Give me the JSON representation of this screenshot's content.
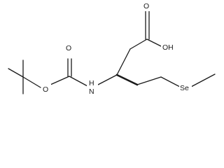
{
  "molecule": {
    "labels": {
      "carbonyl_o_top": "O",
      "ester_o": "O",
      "nh": "H",
      "n": "N",
      "acid_o_top": "O",
      "oh": "OH",
      "se": "Se"
    }
  }
}
